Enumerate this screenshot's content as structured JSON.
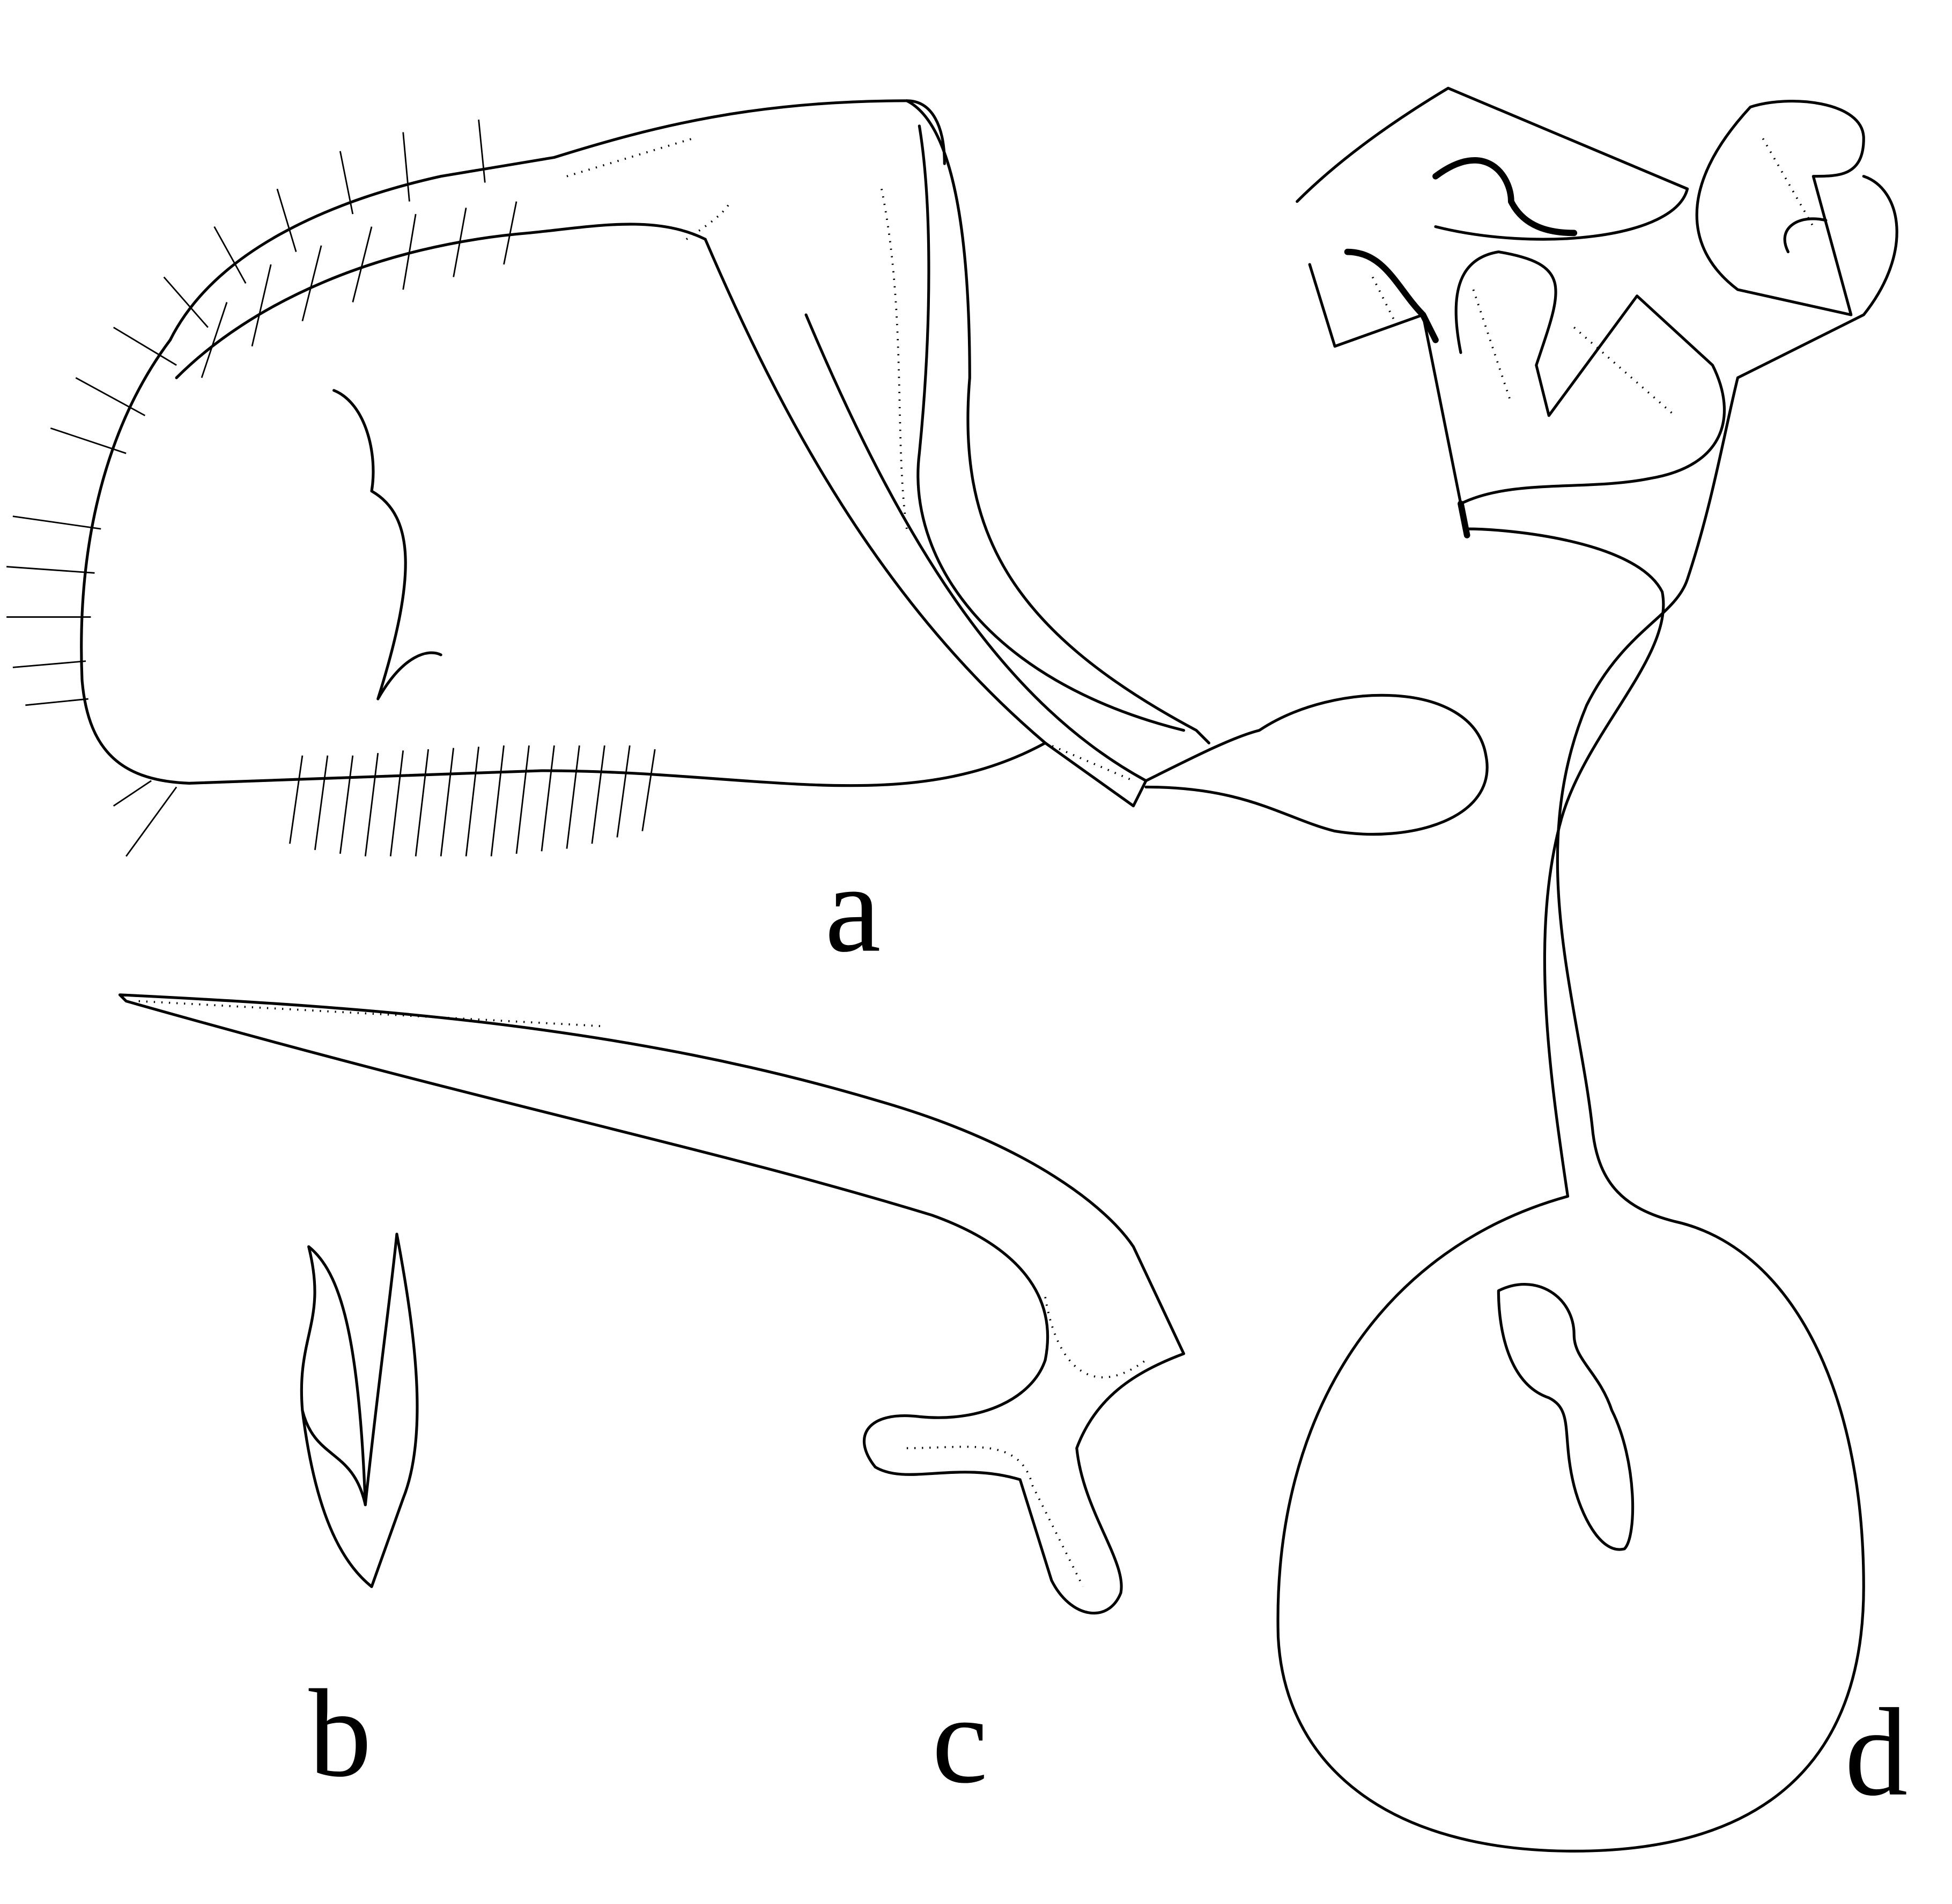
{
  "figure": {
    "panels": [
      {
        "id": "a",
        "label": "a"
      },
      {
        "id": "b",
        "label": "b"
      },
      {
        "id": "c",
        "label": "c"
      },
      {
        "id": "d",
        "label": "d"
      }
    ],
    "colors": {
      "ink": "#000000",
      "background": "#ffffff"
    }
  }
}
